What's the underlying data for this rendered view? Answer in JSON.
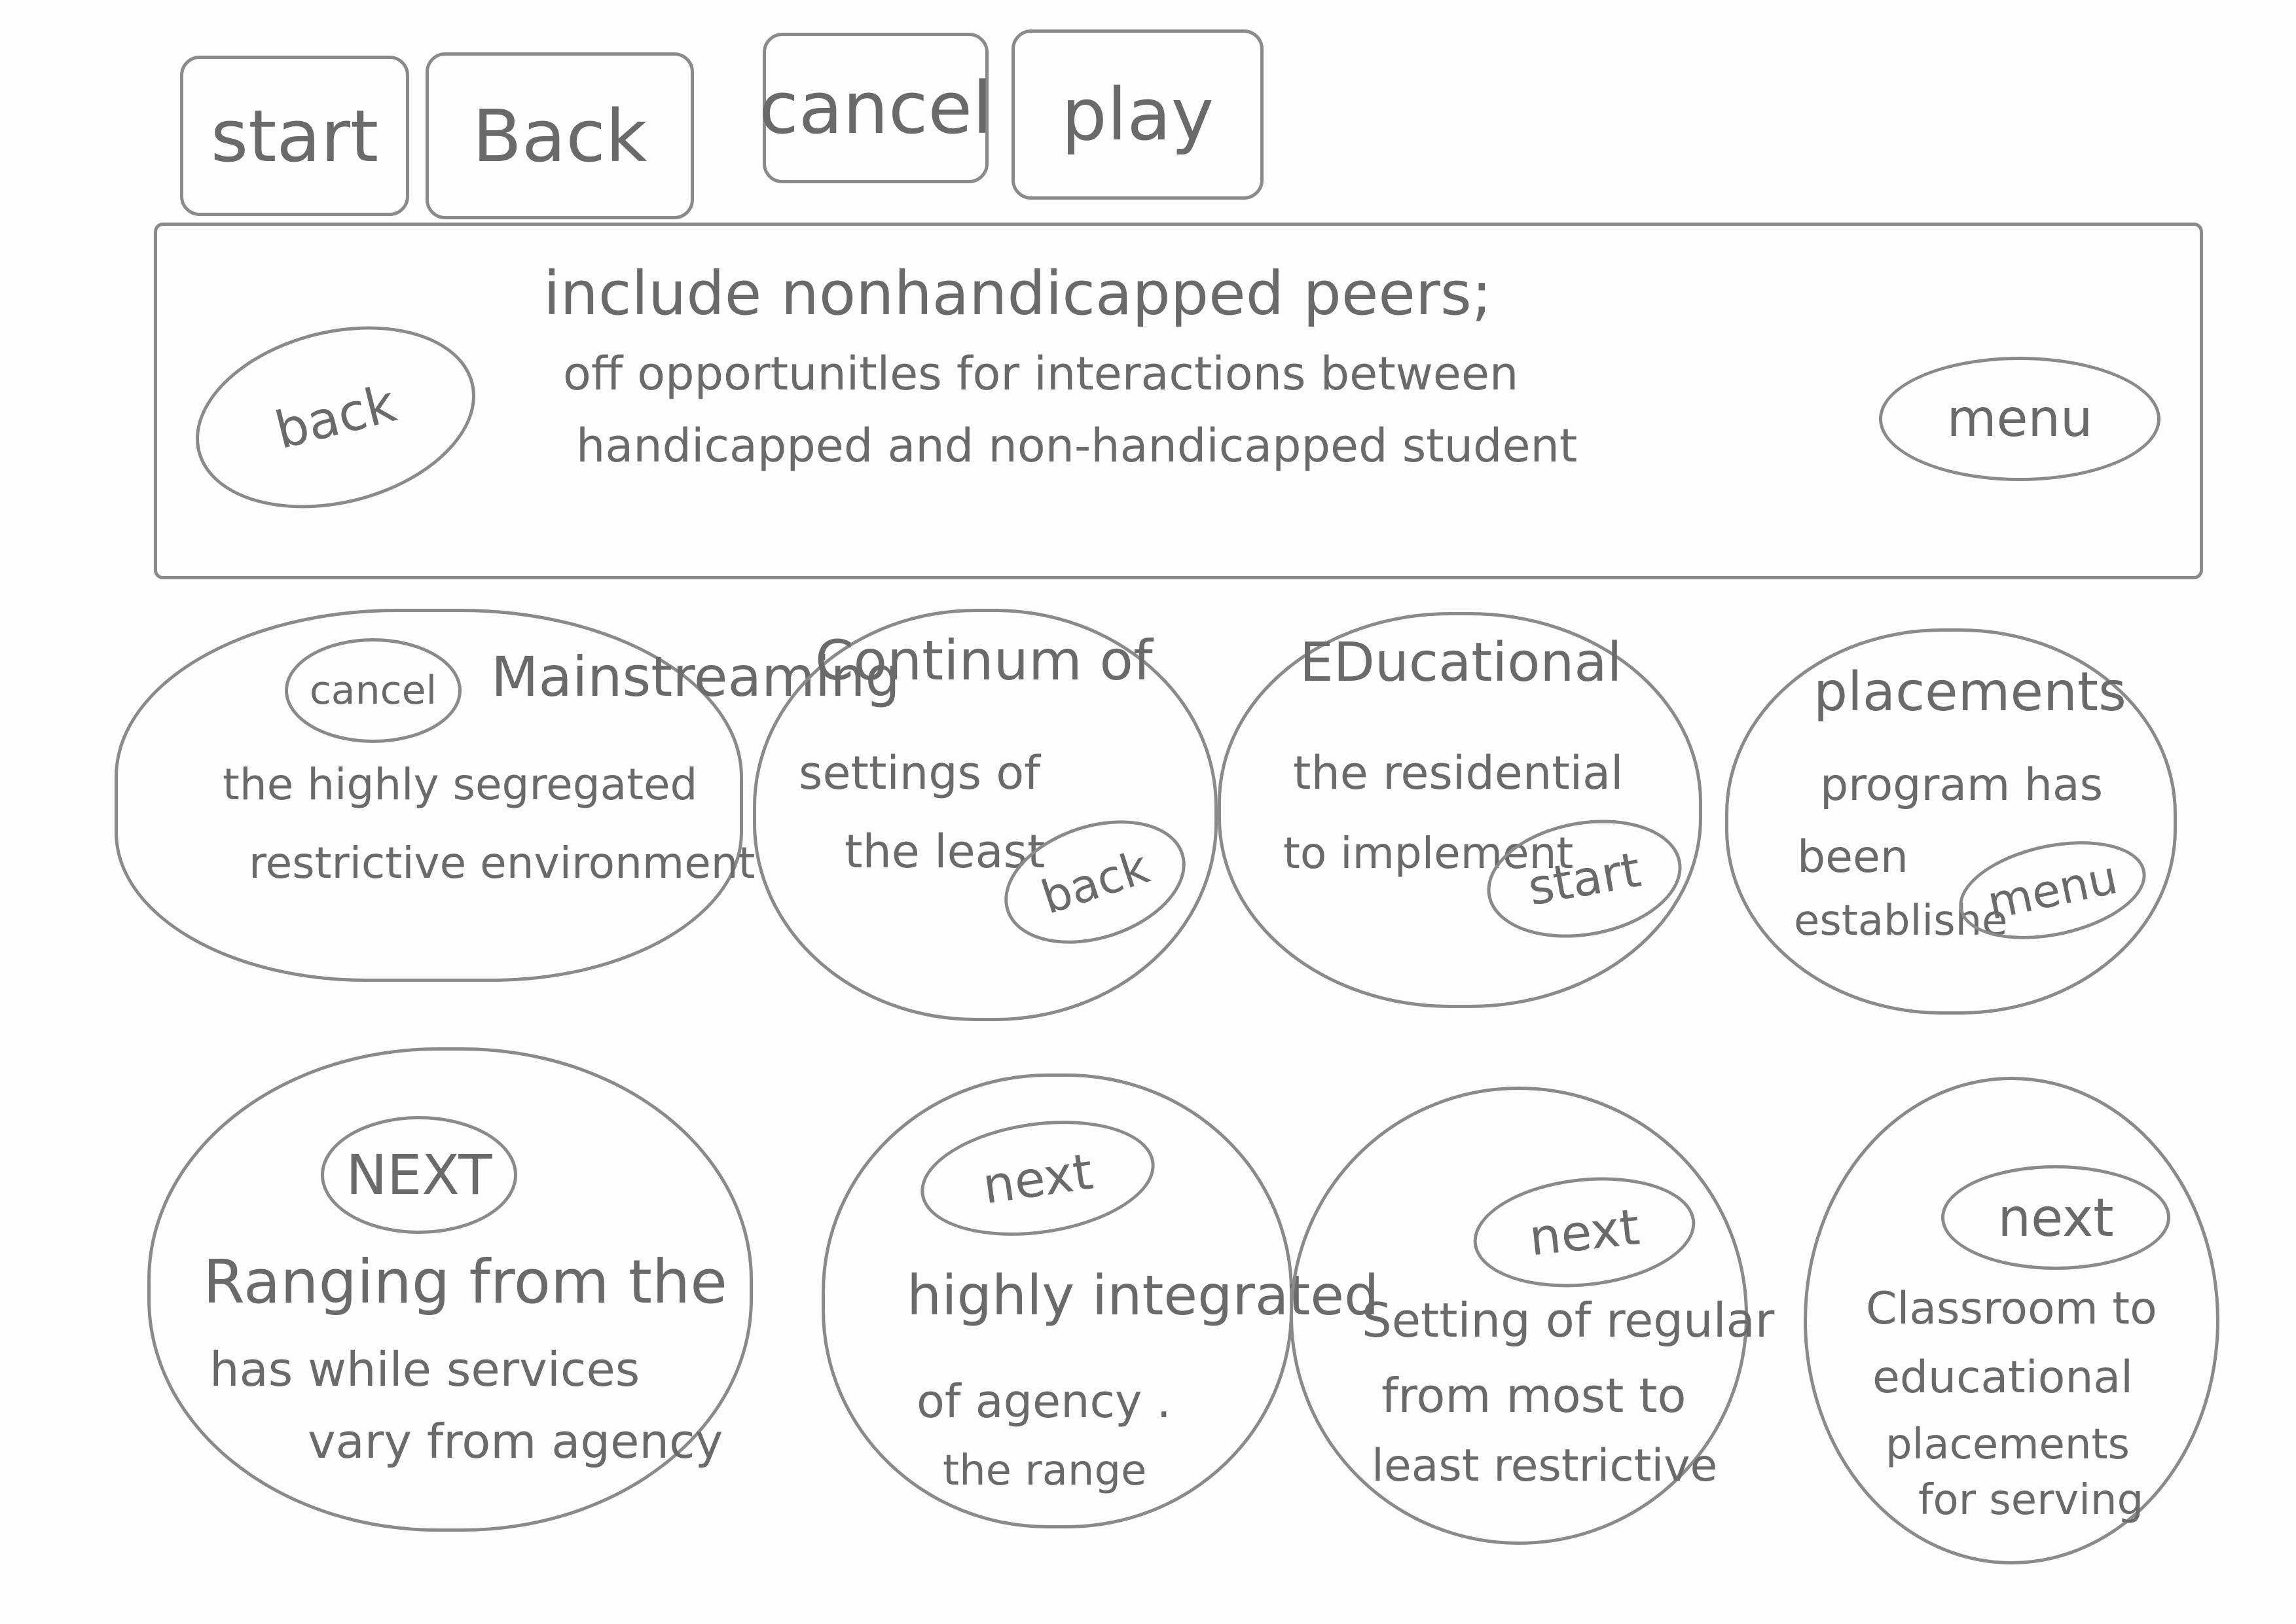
{
  "toolbar": {
    "start": "start",
    "back": "Back",
    "cancel": "cancel",
    "play": "play"
  },
  "banner": {
    "back": "back",
    "menu": "menu",
    "title": "include nonhandicapped peers;",
    "line1": "off opportunitles for interactions between",
    "line2": "handicapped and non-handicapped student"
  },
  "row1": [
    {
      "button": "cancel",
      "title": "Mainstreaming",
      "lines": [
        "the highly segregated",
        "restrictive environment"
      ]
    },
    {
      "button": "back",
      "title": "Continum of",
      "lines": [
        "settings of",
        "the least"
      ]
    },
    {
      "button": "start",
      "title": "EDucational",
      "lines": [
        "the residential",
        "to implement"
      ]
    },
    {
      "button": "menu",
      "title": "placements",
      "lines": [
        "program has",
        "been",
        "establishe"
      ]
    }
  ],
  "row2": [
    {
      "button": "NEXT",
      "lines": [
        "Ranging from the",
        "has while services",
        "vary from agency"
      ]
    },
    {
      "button": "next",
      "lines": [
        "highly integrated",
        "of agency .",
        "the range"
      ]
    },
    {
      "button": "next",
      "lines": [
        "Setting of regular",
        "from most to",
        "least restrictive"
      ]
    },
    {
      "button": "next",
      "lines": [
        "Classroom to",
        "educational",
        "placements",
        "for serving"
      ]
    }
  ]
}
